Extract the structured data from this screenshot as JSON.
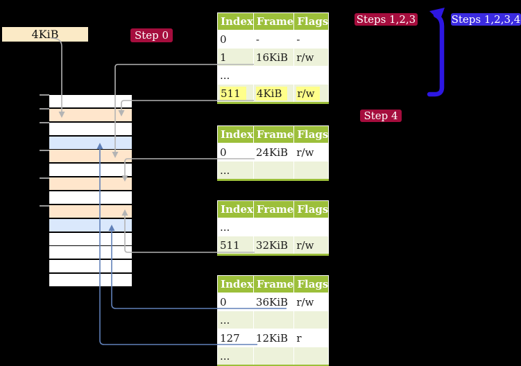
{
  "page_size_label": "4KiB",
  "badges": {
    "step0": "Step 0",
    "steps123": "Steps 1,2,3",
    "steps1234": "Steps 1,2,3,4",
    "step4": "Step 4"
  },
  "tables": [
    {
      "name": "page-table-1",
      "headers": [
        "Index",
        "Frame",
        "Flags"
      ],
      "rows": [
        [
          "0",
          "-",
          "-"
        ],
        [
          "1",
          "16KiB",
          "r/w"
        ],
        [
          "...",
          "",
          ""
        ],
        [
          "511",
          "4KiB",
          "r/w"
        ]
      ],
      "highlight_row": 3
    },
    {
      "name": "page-table-2",
      "headers": [
        "Index",
        "Frame",
        "Flags"
      ],
      "rows": [
        [
          "0",
          "24KiB",
          "r/w"
        ],
        [
          "...",
          "",
          ""
        ]
      ],
      "highlight_row": null
    },
    {
      "name": "page-table-3",
      "headers": [
        "Index",
        "Frame",
        "Flags"
      ],
      "rows": [
        [
          "...",
          "",
          ""
        ],
        [
          "511",
          "32KiB",
          "r/w"
        ]
      ],
      "highlight_row": null
    },
    {
      "name": "page-table-4",
      "headers": [
        "Index",
        "Frame",
        "Flags"
      ],
      "rows": [
        [
          "0",
          "36KiB",
          "r/w"
        ],
        [
          "...",
          "",
          ""
        ],
        [
          "127",
          "12KiB",
          "r"
        ],
        [
          "...",
          "",
          ""
        ]
      ],
      "highlight_row": null
    }
  ],
  "memory_column": {
    "rows": [
      "white",
      "orange",
      "white",
      "blue",
      "orange",
      "white",
      "orange",
      "white",
      "orange",
      "blue",
      "white",
      "white",
      "white",
      "white"
    ]
  },
  "colors": {
    "background": "#000000",
    "table_header_green": "#9cbf3a",
    "table_row_alt_green": "#edf2da",
    "highlight_yellow": "#ffff8a",
    "badge_crimson": "#a50d3d",
    "badge_blue_violet": "#3b2be0",
    "label_cream": "#fbeac6",
    "memory_white": "#ffffff",
    "memory_orange": "#ffe6cc",
    "memory_blue": "#dae8fc",
    "arrow_gray": "#b4b4b4",
    "arrow_blue": "#6080b8",
    "big_arrow": "#2d17e2"
  }
}
